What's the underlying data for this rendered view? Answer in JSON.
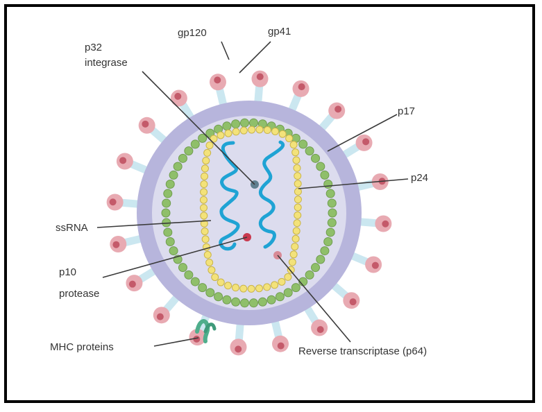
{
  "labels": {
    "gp120": "gp120",
    "gp41": "gp41",
    "p32_line1": "p32",
    "p32_line2": "integrase",
    "p17": "p17",
    "p24": "p24",
    "ssRNA": "ssRNA",
    "p10_line1": "p10",
    "p10_line2": "protease",
    "mhc": "MHC proteins",
    "reverse_transcriptase": "Reverse transcriptase (p64)"
  },
  "colors": {
    "envelope": "#b7b5dc",
    "envelope_inner": "#dcdcee",
    "spike_stalk": "#cbe7f0",
    "spike_head": "#e8aab2",
    "spike_core": "#c45a6a",
    "matrix_bead": "#8fbf6a",
    "capsid_bead": "#f3e27a",
    "rna": "#1fa3d4",
    "enzyme": "#c9394e",
    "mhc": "#4fae8c"
  }
}
